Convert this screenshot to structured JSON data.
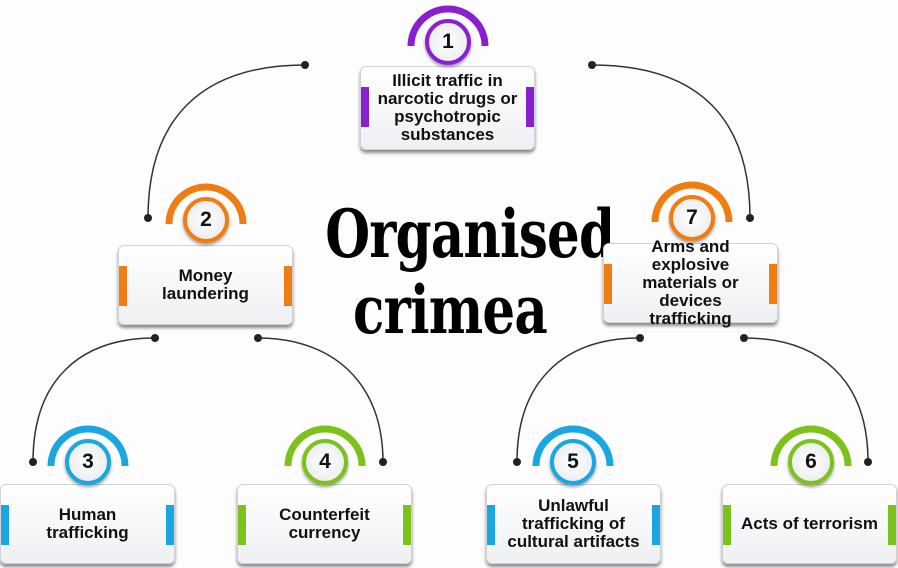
{
  "title": {
    "line1": "Organised",
    "line2": "crimea"
  },
  "nodes": [
    {
      "id": "n1",
      "number": "1",
      "label": "Illicit traffic in narcotic drugs or psychotropic substances",
      "color": "#8a1fd0"
    },
    {
      "id": "n2",
      "number": "2",
      "label": "Money laundering",
      "color": "#f07d12"
    },
    {
      "id": "n3",
      "number": "3",
      "label": "Human trafficking",
      "color": "#1aa6e0"
    },
    {
      "id": "n4",
      "number": "4",
      "label": "Counterfeit currency",
      "color": "#7cc21a"
    },
    {
      "id": "n5",
      "number": "5",
      "label": "Unlawful trafficking of cultural artifacts",
      "color": "#1aa6e0"
    },
    {
      "id": "n6",
      "number": "6",
      "label": "Acts of terrorism",
      "color": "#7cc21a"
    },
    {
      "id": "n7",
      "number": "7",
      "label": "Arms and explosive materials or devices trafficking",
      "color": "#f07d12"
    }
  ]
}
